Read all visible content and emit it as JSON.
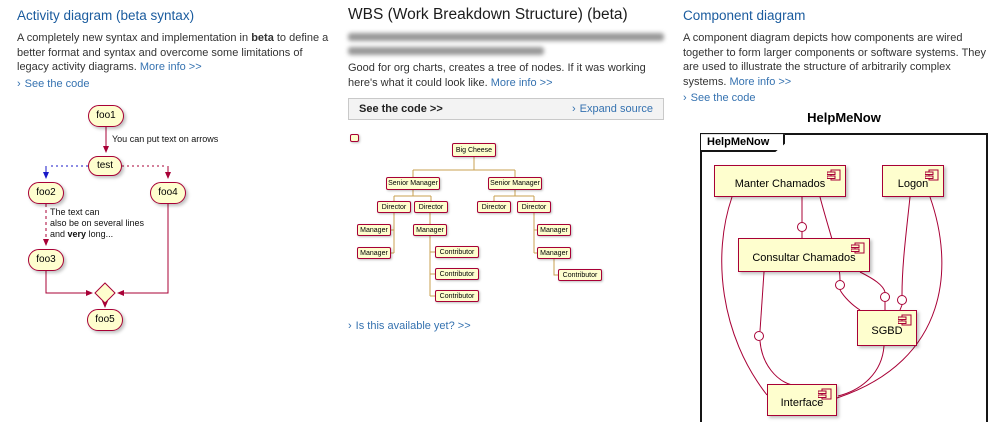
{
  "colors": {
    "heading": "#1a5b9e",
    "link": "#3572b0",
    "nodefill": "#fefece",
    "nodeborder": "#a80036",
    "bluearrow": "#1818c8",
    "wbsline": "#c9a050"
  },
  "activity": {
    "title": "Activity diagram (beta syntax)",
    "desc_pre": "A completely new syntax and implementation in ",
    "desc_bold": "beta",
    "desc_post": " to define a better format and syntax and overcome some limitations of legacy activity diagrams.",
    "more_info": "More info >>",
    "see_code_chevron": "›",
    "see_code": "See the code",
    "nodes": {
      "foo1": "foo1",
      "test": "test",
      "foo2": "foo2",
      "foo4": "foo4",
      "foo3": "foo3",
      "foo5": "foo5"
    },
    "arrow_label": "You can put text on arrows",
    "multiline": {
      "l1": "The text can",
      "l2": "also be on several lines",
      "l3a": "and ",
      "l3b": "very",
      "l3c": " long..."
    }
  },
  "wbs": {
    "title": "WBS (Work Breakdown Structure) (beta)",
    "desc": "Good for org charts, creates a tree of nodes. If it was working here's what it could look like.",
    "more_info": "More info >>",
    "see_code": "See the code >>",
    "expand_chevron": "›",
    "expand_source": "Expand source",
    "available_chevron": "›",
    "available": "Is this available yet? >>",
    "nodes": [
      "Big Cheese",
      "Senior Manager",
      "Senior Manager",
      "Director",
      "Director",
      "Director",
      "Director",
      "Manager",
      "Manager",
      "Manager",
      "Contributor",
      "Contributor",
      "Contributor",
      "Manager",
      "Manager",
      "Contributor"
    ]
  },
  "component": {
    "title": "Component diagram",
    "desc": "A component diagram depicts how components are wired together to form larger components or software systems. They are used to illustrate the structure of arbitrarily complex systems.",
    "more_info": "More info >>",
    "see_code_chevron": "›",
    "see_code": "See the code",
    "diagram_title": "HelpMeNow",
    "frame_label": "HelpMeNow",
    "components": [
      "Manter Chamados",
      "Logon",
      "Consultar Chamados",
      "SGBD",
      "Interface"
    ]
  }
}
